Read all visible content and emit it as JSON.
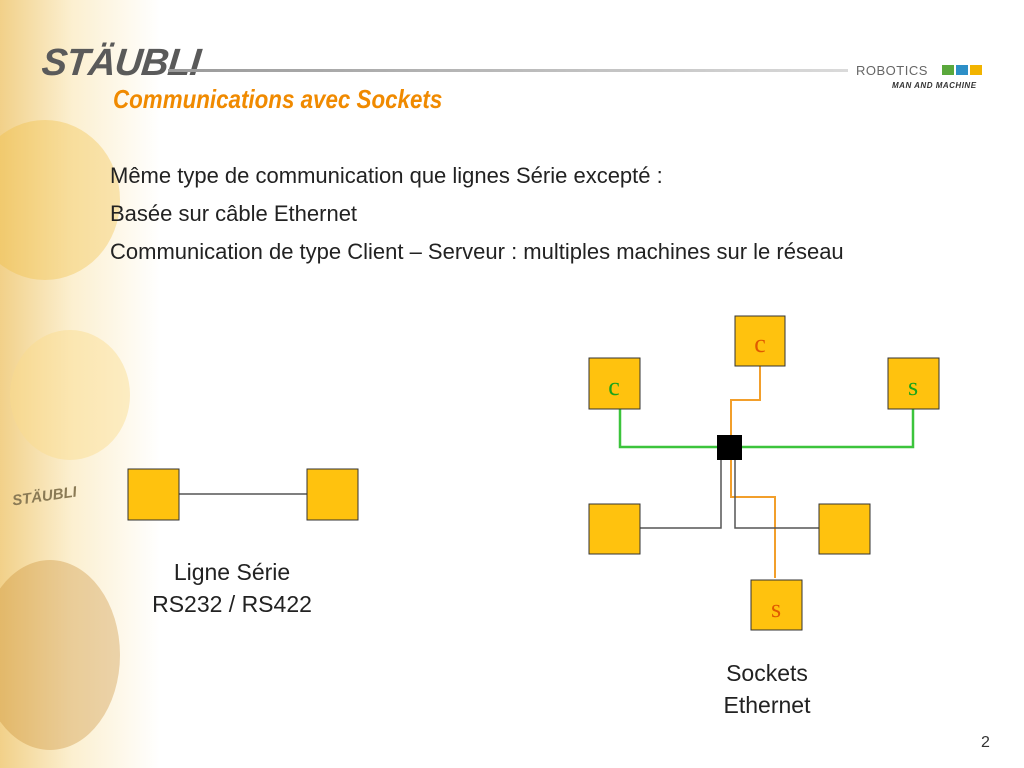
{
  "brand": {
    "logo_text": "STÄUBLI",
    "robotics": "ROBOTICS",
    "tagline": "MAN AND MACHINE",
    "square_colors": [
      "#5aa83c",
      "#2d8fc7",
      "#f2b400"
    ]
  },
  "slide": {
    "title": "Communications avec Sockets",
    "bullets": [
      "Même type de communication que lignes Série excepté :",
      "Basée sur câble Ethernet",
      "Communication de type Client – Serveur : multiples machines sur le réseau"
    ],
    "page_number": "2"
  },
  "left_diagram": {
    "caption_line1": "Ligne Série",
    "caption_line2": "RS232 / RS422"
  },
  "right_diagram": {
    "nodes": {
      "top_client": "c",
      "left_client": "c",
      "right_server": "s",
      "bottom_server": "s"
    },
    "caption_line1": "Sockets",
    "caption_line2": "Ethernet"
  },
  "colors": {
    "title": "#f08a00",
    "box_fill": "#ffc20e",
    "orange_link": "#f29f2b",
    "green_link": "#3cc43c",
    "grey_link": "#555555",
    "hub": "#000000",
    "c_green": "#1aa31a",
    "c_orange": "#e05a00"
  }
}
